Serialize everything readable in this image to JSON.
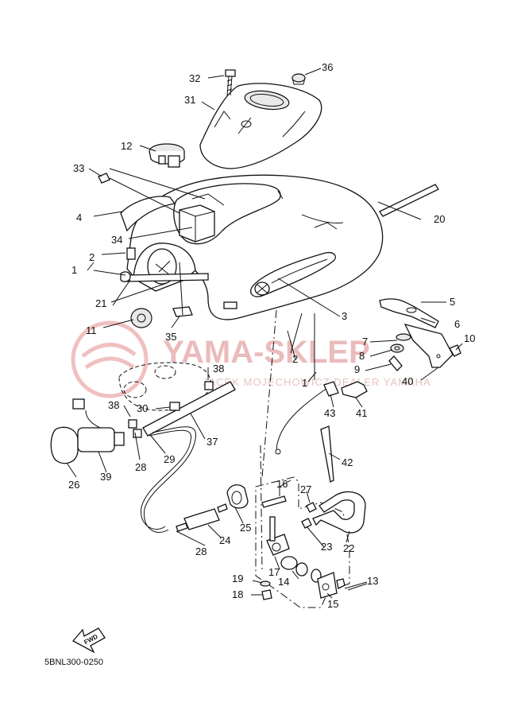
{
  "diagram_code": "5BNL300-0250",
  "fwd_label": "FWD",
  "watermark": {
    "main": "YAMA-SKLEP",
    "sub": "JACEK MOJECHOWICZ DEALER YAMAHA"
  },
  "callouts": [
    "1",
    "1",
    "2",
    "2",
    "3",
    "4",
    "5",
    "6",
    "7",
    "8",
    "9",
    "10",
    "11",
    "12",
    "13",
    "14",
    "15",
    "16",
    "17",
    "18",
    "19",
    "20",
    "21",
    "22",
    "23",
    "24",
    "25",
    "26",
    "27",
    "28",
    "28",
    "29",
    "30",
    "31",
    "32",
    "33",
    "34",
    "35",
    "36",
    "37",
    "38",
    "38",
    "39",
    "40",
    "41",
    "42",
    "43"
  ]
}
